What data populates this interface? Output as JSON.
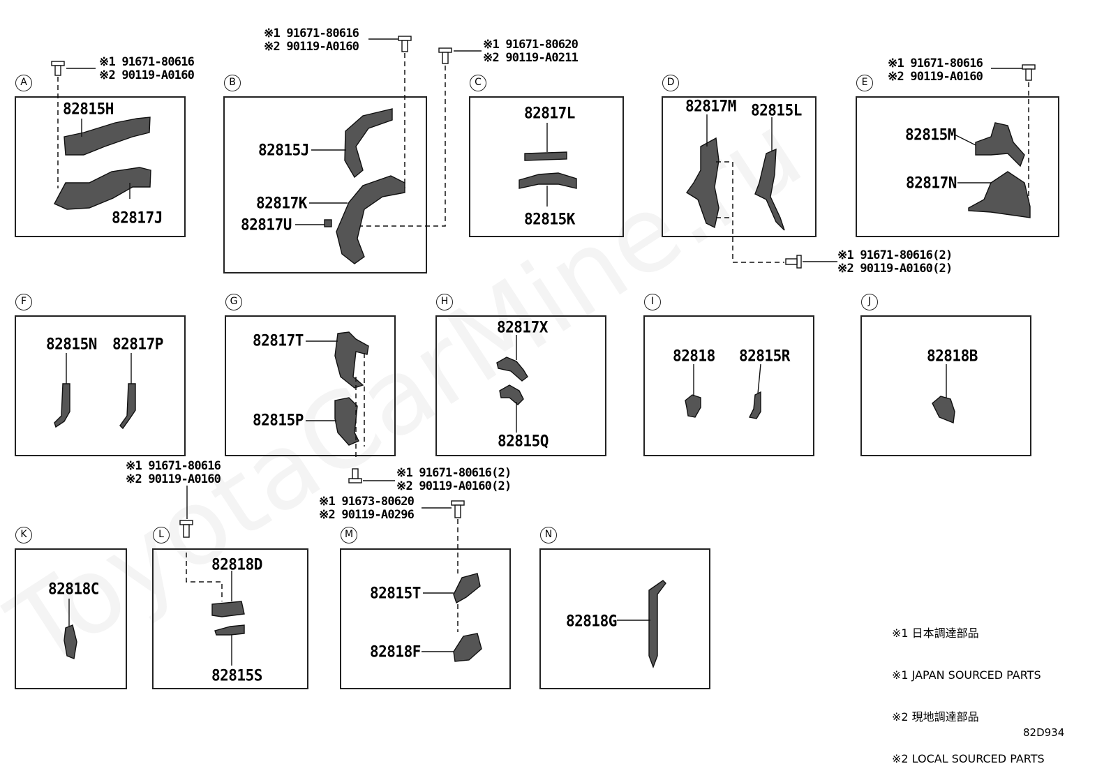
{
  "watermark": "ToyotaCarMine.ru",
  "panels": [
    {
      "id": "A",
      "parts": [
        "82815H",
        "82817J"
      ]
    },
    {
      "id": "B",
      "parts": [
        "82815J",
        "82817K",
        "82817U"
      ]
    },
    {
      "id": "C",
      "parts": [
        "82817L",
        "82815K"
      ]
    },
    {
      "id": "D",
      "parts": [
        "82817M",
        "82815L"
      ]
    },
    {
      "id": "E",
      "parts": [
        "82815M",
        "82817N"
      ]
    },
    {
      "id": "F",
      "parts": [
        "82815N",
        "82817P"
      ]
    },
    {
      "id": "G",
      "parts": [
        "82817T",
        "82815P"
      ]
    },
    {
      "id": "H",
      "parts": [
        "82817X",
        "82815Q"
      ]
    },
    {
      "id": "I",
      "parts": [
        "82818",
        "82815R"
      ]
    },
    {
      "id": "J",
      "parts": [
        "82818B"
      ]
    },
    {
      "id": "K",
      "parts": [
        "82818C"
      ]
    },
    {
      "id": "L",
      "parts": [
        "82818D",
        "82815S"
      ]
    },
    {
      "id": "M",
      "parts": [
        "82815T",
        "82818F"
      ]
    },
    {
      "id": "N",
      "parts": [
        "82818G"
      ]
    }
  ],
  "bolt_notes": [
    {
      "line1": "※1 91671-80616",
      "line2": "※2 90119-A0160"
    },
    {
      "line1": "※1 91671-80616",
      "line2": "※2 90119-A0160"
    },
    {
      "line1": "※1 91671-80620",
      "line2": "※2 90119-A0211"
    },
    {
      "line1": "※1 91671-80616",
      "line2": "※2 90119-A0160"
    },
    {
      "line1": "※1 91671-80616(2)",
      "line2": "※2 90119-A0160(2)"
    },
    {
      "line1": "※1 91671-80616",
      "line2": "※2 90119-A0160"
    },
    {
      "line1": "※1 91671-80616(2)",
      "line2": "※2 90119-A0160(2)"
    },
    {
      "line1": "※1 91673-80620",
      "line2": "※2 90119-A0296"
    }
  ],
  "legend": [
    "※1 日本調達部品",
    "※1 JAPAN SOURCED PARTS",
    "※2 現地調達部品",
    "※2 LOCAL SOURCED PARTS"
  ],
  "diagram_code": "82D934"
}
